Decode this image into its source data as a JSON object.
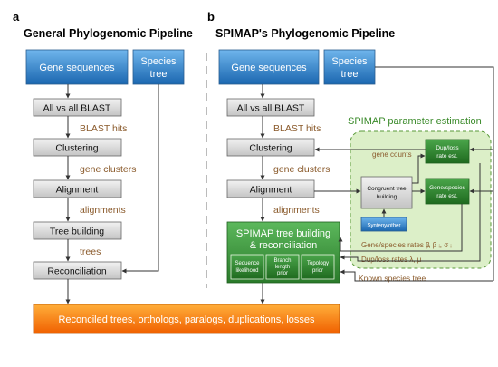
{
  "panel_a": {
    "letter": "a",
    "title": "General Phylogenomic Pipeline",
    "gene_sequences": "Gene sequences",
    "species_tree": [
      "Species",
      "tree"
    ],
    "steps": [
      "All vs all BLAST",
      "Clustering",
      "Alignment",
      "Tree building",
      "Reconciliation"
    ],
    "edge_labels": [
      "BLAST hits",
      "gene clusters",
      "alignments",
      "trees"
    ]
  },
  "panel_b": {
    "letter": "b",
    "title": "SPIMAP's Phylogenomic Pipeline",
    "gene_sequences": "Gene sequences",
    "species_tree": [
      "Species",
      "tree"
    ],
    "steps": [
      "All vs all BLAST",
      "Clustering",
      "Alignment"
    ],
    "edge_labels": [
      "BLAST hits",
      "gene clusters",
      "alignments"
    ],
    "tree_building": [
      "SPIMAP tree building",
      "& reconciliation"
    ],
    "sub_boxes": [
      [
        "Sequence",
        "likelihood"
      ],
      [
        "Branch",
        "length",
        "prior"
      ],
      [
        "Topology",
        "prior"
      ]
    ],
    "param_estimation": {
      "title": "SPIMAP parameter estimation",
      "gene_counts": "gene counts",
      "dup_loss": [
        "Dup/loss",
        "rate est."
      ],
      "congruent": [
        "Congruent tree",
        "building"
      ],
      "gene_species": [
        "Gene/species",
        "rate est."
      ],
      "synteny": "Synteny/other",
      "gene_species_rates": "Gene/species rates β",
      "dup_loss_rates": "Dup/loss rates λ, μ"
    },
    "known_species_tree": "Known species tree"
  },
  "output": "Reconciled trees, orthologs, paralogs, duplications, losses",
  "colors": {
    "blue_top": "#5aa8e6",
    "blue_bottom": "#1e6fb8",
    "gray_box": "#d9d9d9",
    "green_box": "#3a9a3a",
    "green_region": "#dcefc8",
    "orange_top": "#ff9a1a",
    "orange_bottom": "#f26a00",
    "label_brown": "#8a5a2b",
    "green_title": "#3a8a2a"
  }
}
